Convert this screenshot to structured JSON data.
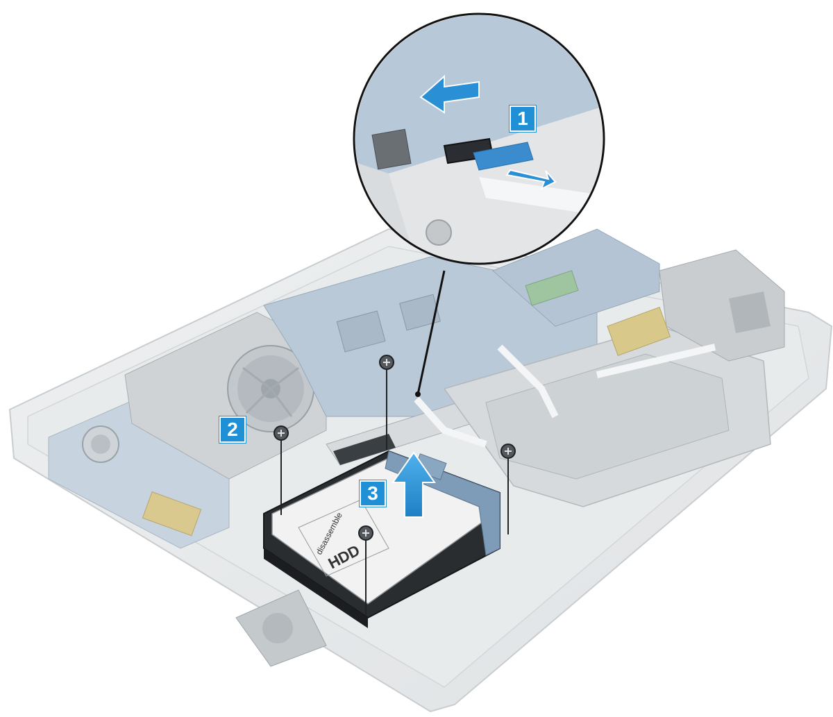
{
  "steps": [
    {
      "label": "1",
      "meaning": "disconnect hard-drive cable from system board"
    },
    {
      "label": "2",
      "meaning": "remove screws"
    },
    {
      "label": "3",
      "meaning": "lift hard drive"
    }
  ],
  "hdd": {
    "label_text": "HDD",
    "sub_text": "disassemble"
  },
  "colors": {
    "accent_blue": "#1f8fd6",
    "laptop_body": "#e6e8e9",
    "board_blue": "#9fb7cf",
    "hdd_dark": "#2a2d30"
  }
}
